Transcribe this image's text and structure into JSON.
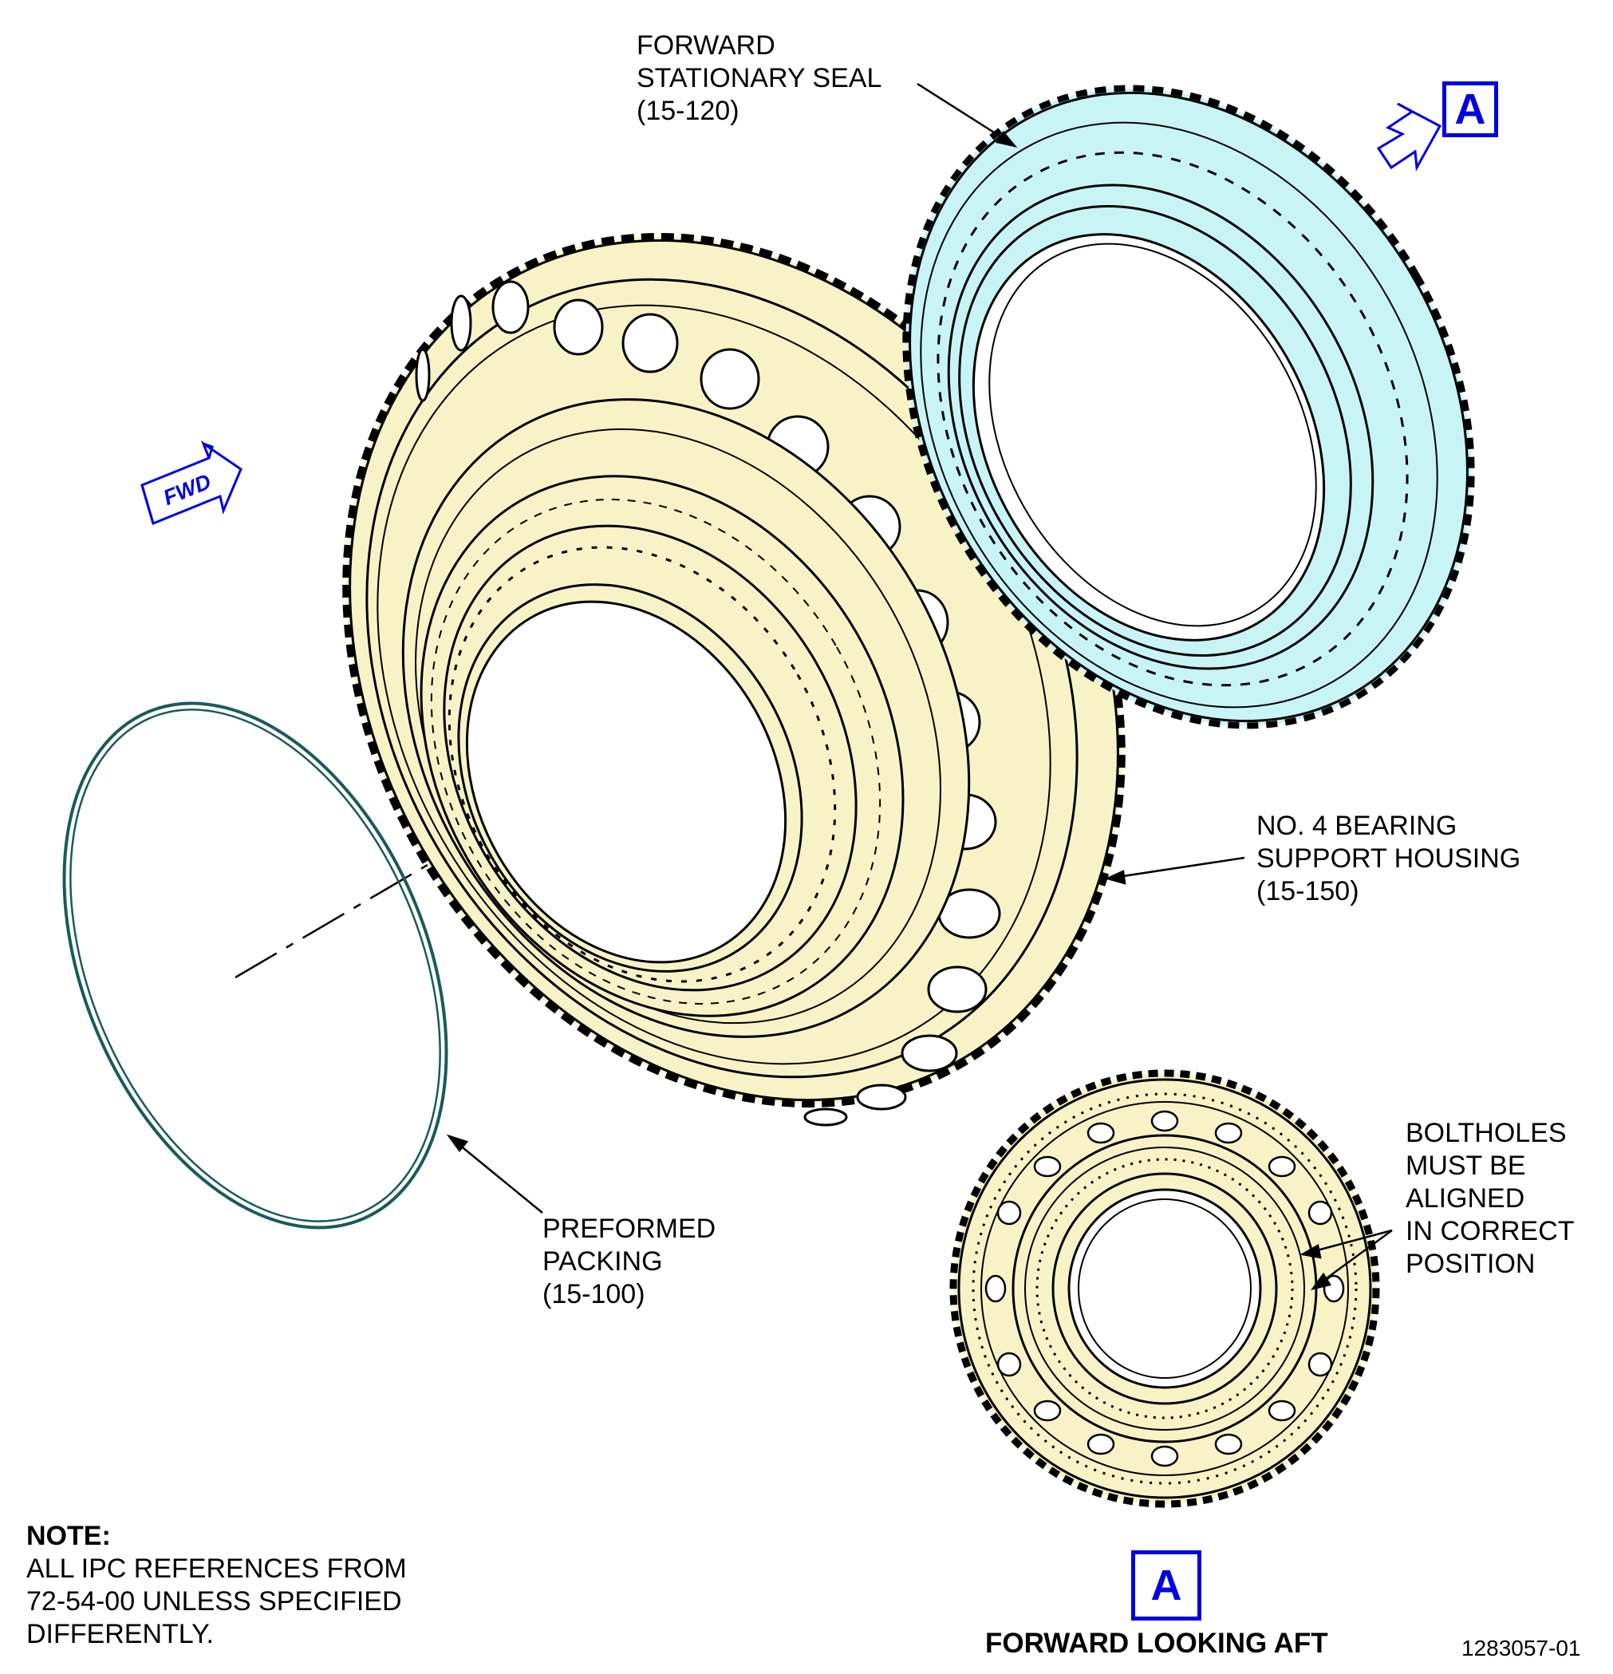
{
  "callouts": {
    "forward_seal": [
      "FORWARD",
      "STATIONARY SEAL",
      "(15-120)"
    ],
    "bearing_housing": [
      "NO. 4 BEARING",
      "SUPPORT HOUSING",
      "(15-150)"
    ],
    "packing": [
      "PREFORMED",
      "PACKING",
      "(15-100)"
    ],
    "boltholes": [
      "BOLTHOLES",
      "MUST BE",
      "ALIGNED",
      "IN CORRECT",
      "POSITION"
    ]
  },
  "view_label": "A",
  "direction_arrow": "FWD",
  "note": {
    "title": "NOTE:",
    "lines": [
      "ALL IPC REFERENCES FROM",
      "72-54-00 UNLESS SPECIFIED",
      "DIFFERENTLY."
    ]
  },
  "detail_caption": "FORWARD LOOKING AFT",
  "drawing_number": "1283057-01",
  "colors": {
    "housing_fill": "#f7f3c6",
    "seal_fill": "#c8f4f6",
    "packing_stroke": "#1a5a5a",
    "view_blue": "#0000e0",
    "line": "#000000"
  }
}
